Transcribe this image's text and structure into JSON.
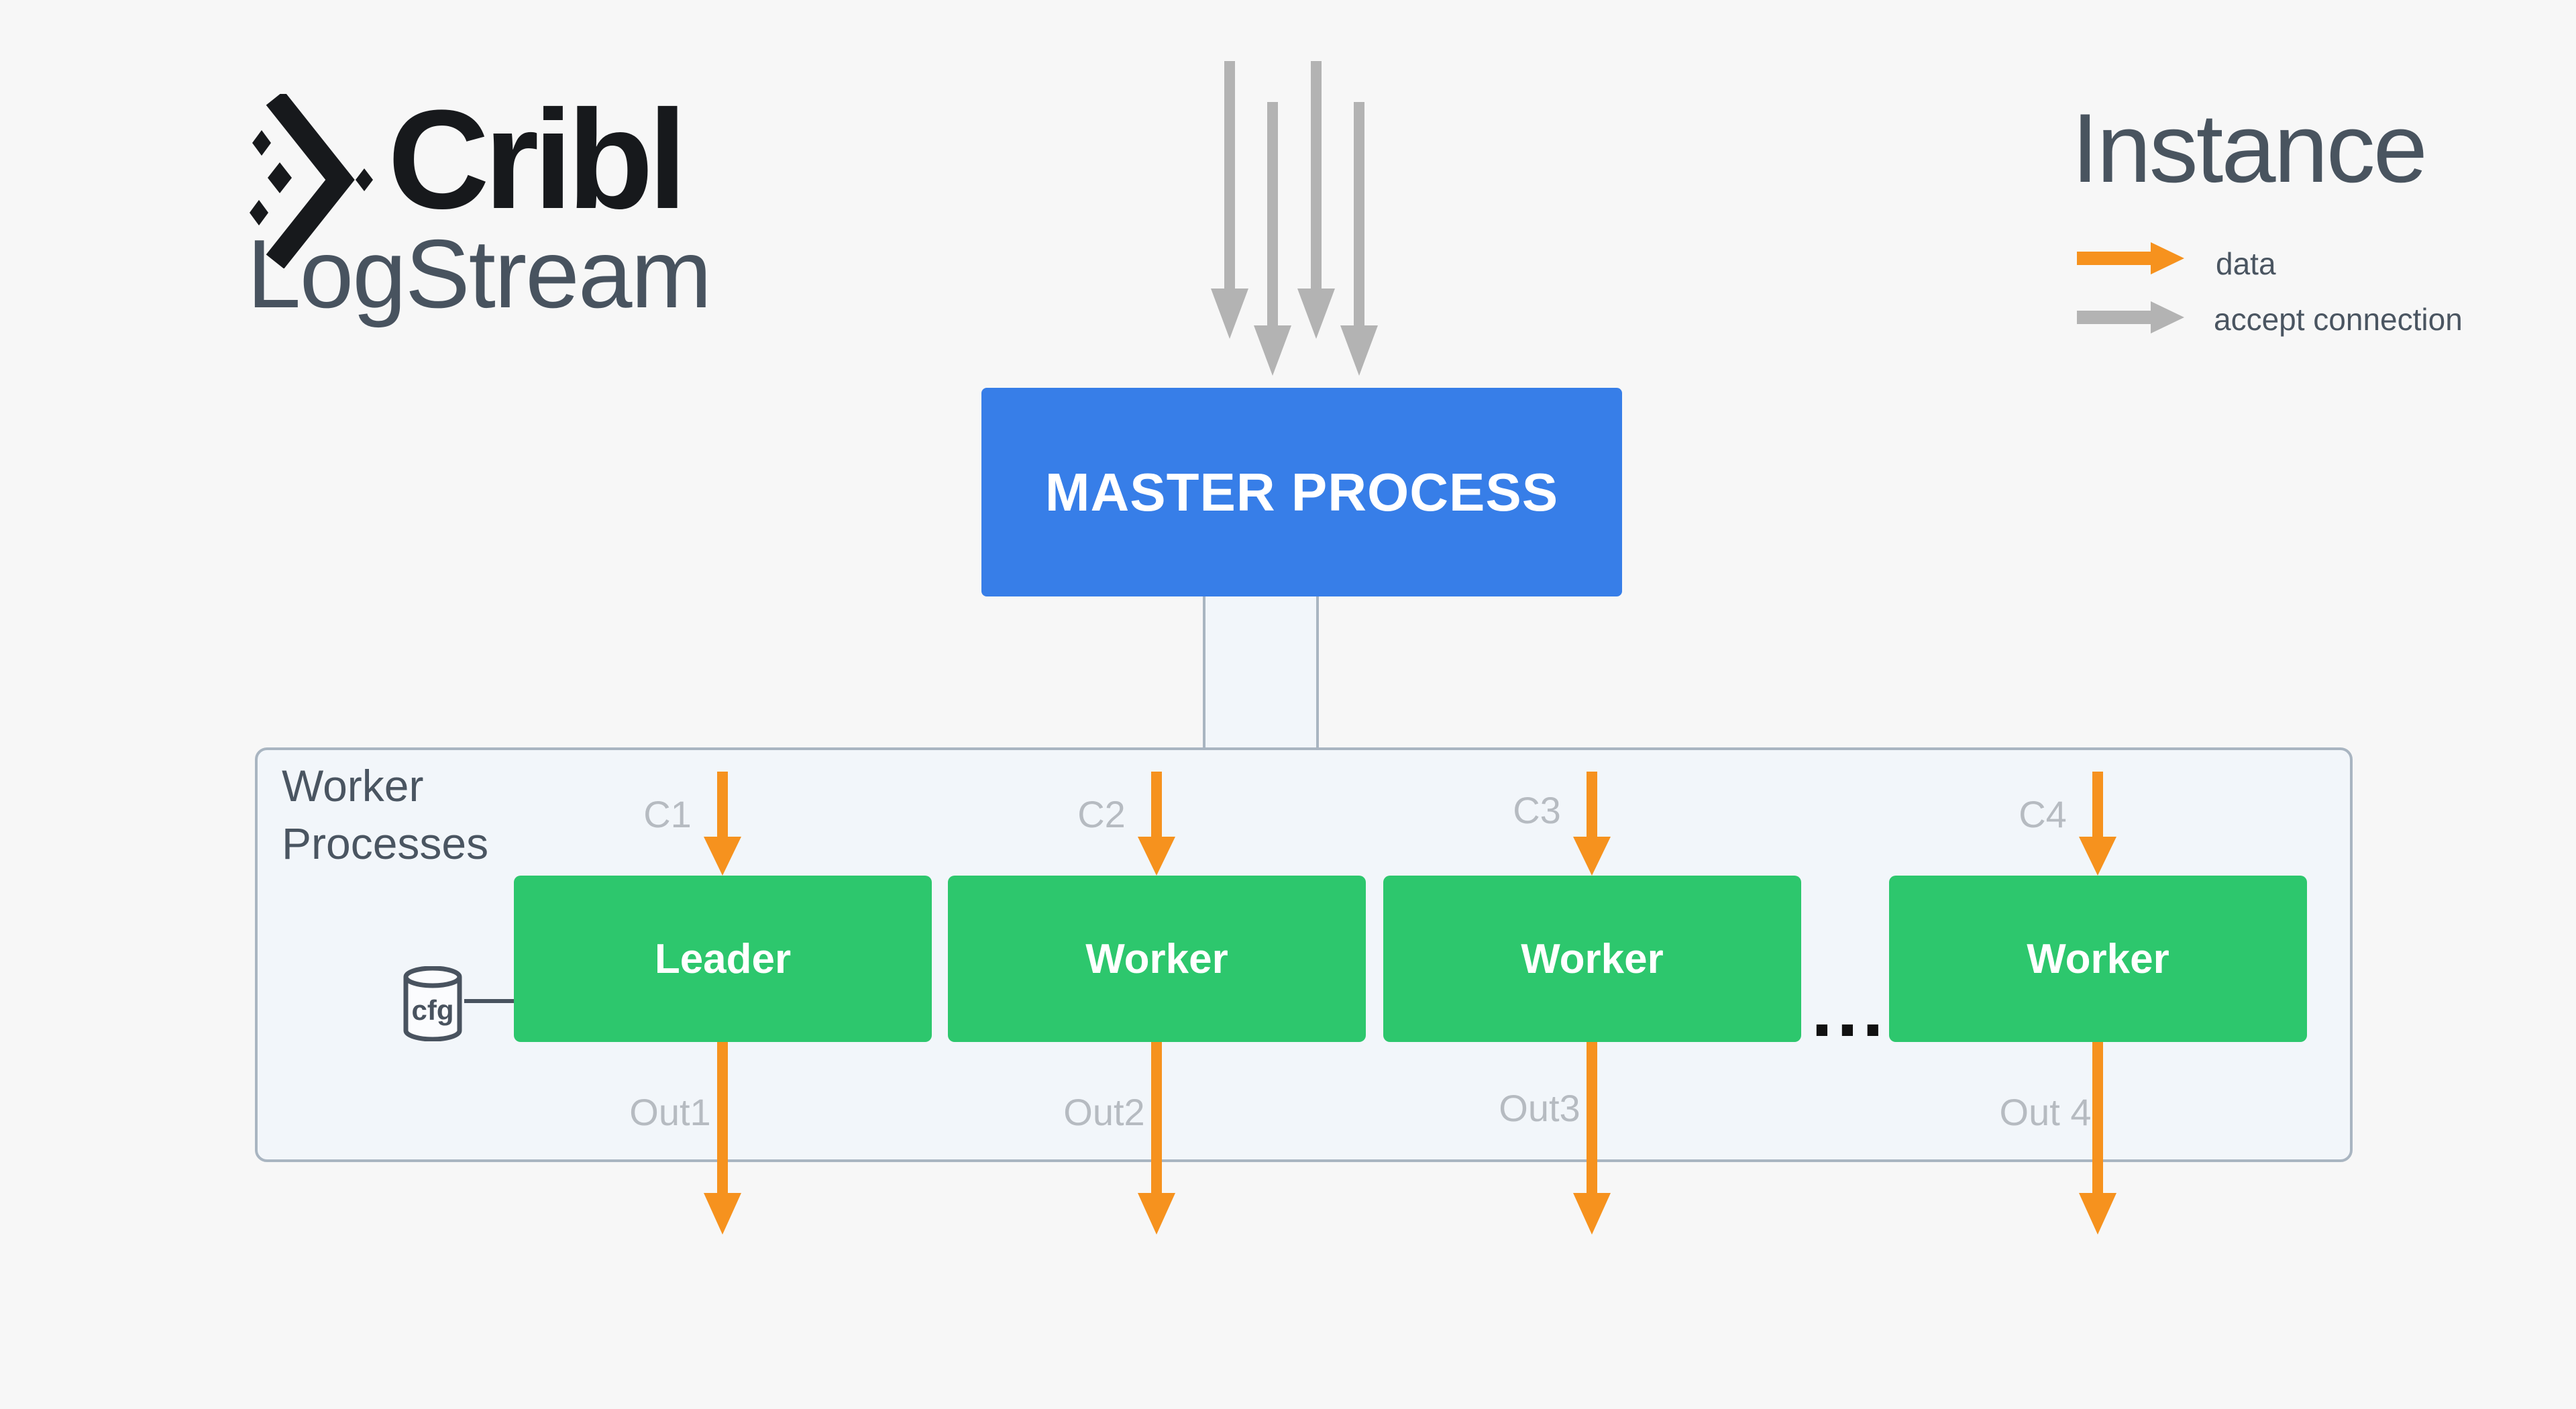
{
  "logo": {
    "brand": "Cribl",
    "product": "LogStream"
  },
  "legend": {
    "title": "Instance",
    "items": [
      {
        "label": "data",
        "color": "#F6921E"
      },
      {
        "label": "accept connection",
        "color": "#B3B3B3"
      }
    ]
  },
  "master": {
    "label": "MASTER PROCESS"
  },
  "worker_panel": {
    "title_line1": "Worker",
    "title_line2": "Processes",
    "ellipsis": "..."
  },
  "workers": [
    {
      "name": "Leader",
      "connection": "C1",
      "output": "Out1"
    },
    {
      "name": "Worker",
      "connection": "C2",
      "output": "Out2"
    },
    {
      "name": "Worker",
      "connection": "C3",
      "output": "Out3"
    },
    {
      "name": "Worker",
      "connection": "C4",
      "output": "Out 4"
    }
  ],
  "cfg": {
    "label": "cfg"
  },
  "colors": {
    "process_blue": "#377EE8",
    "worker_green": "#2DC76D",
    "data_orange": "#F6921E",
    "connection_gray": "#B3B3B3",
    "panel_fill": "#F2F6FA",
    "panel_border": "#A9B5C1",
    "text_slate": "#4A5561",
    "flow_label_gray": "#B6BBC1"
  }
}
